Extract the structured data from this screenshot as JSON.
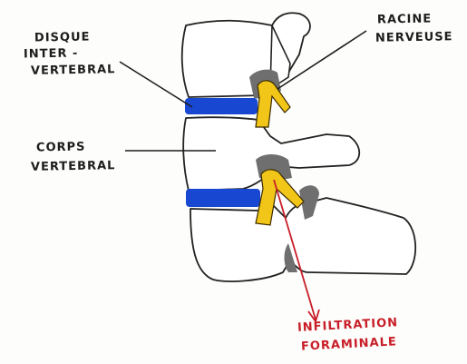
{
  "labels": {
    "disque_line1": "DISQUE",
    "disque_line2": "INTER -",
    "disque_line3": "VERTEBRAL",
    "corps_line1": "CORPS",
    "corps_line2": "VERTEBRAL",
    "racine_line1": "RACINE",
    "racine_line2": "NERVEUSE",
    "infiltration_line1": "INFILTRATION",
    "infiltration_line2": "FORAMINALE"
  },
  "colors": {
    "disc": "#1847d2",
    "nerve": "#f2c618",
    "arrow": "#c81e28",
    "outline": "#222222",
    "shadow": "#6f6f6f"
  }
}
